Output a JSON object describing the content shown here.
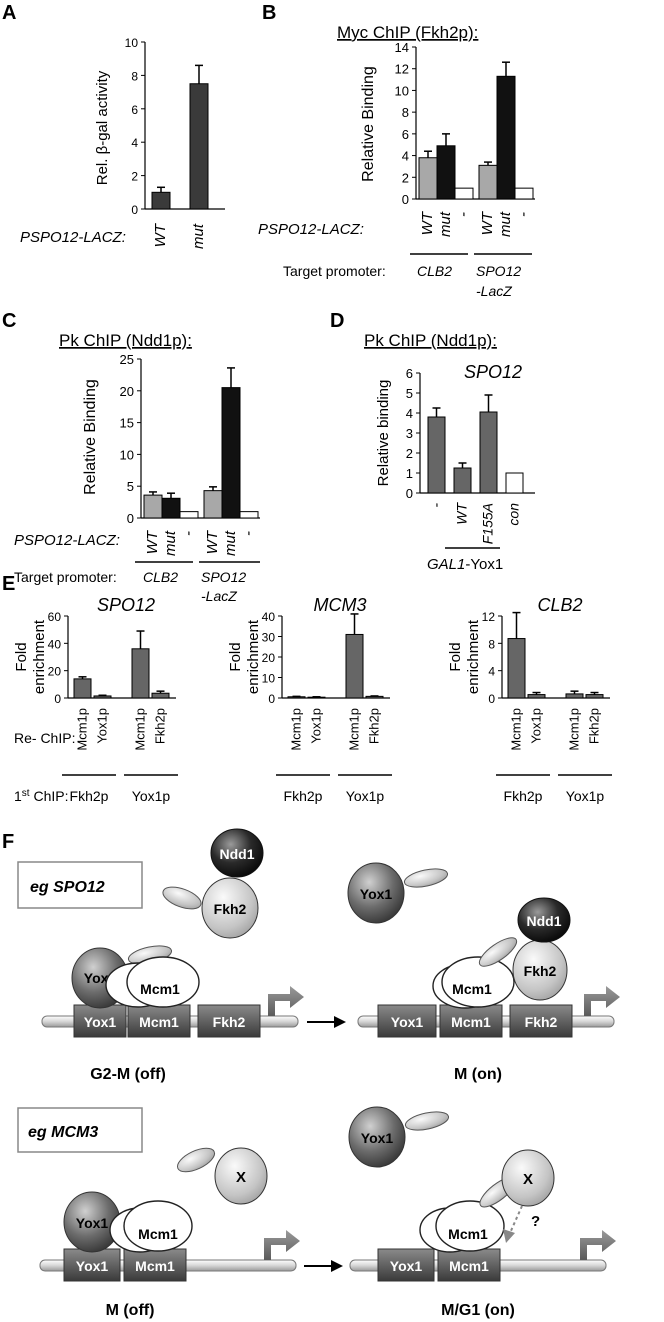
{
  "colors": {
    "dark": "#3a3a3a",
    "mid": "#666666",
    "grey": "#a8a8a8",
    "black": "#111111",
    "white": "#ffffff"
  },
  "chart_data": [
    {
      "panel": "A",
      "type": "bar",
      "title": "",
      "ylabel": "Rel. β-gal activity",
      "ylim": [
        0,
        10
      ],
      "yticks": [
        0,
        2,
        4,
        6,
        8,
        10
      ],
      "categories": [
        "WT",
        "mut"
      ],
      "values": [
        1.0,
        7.5
      ],
      "errors": [
        0.3,
        1.1
      ],
      "row_label": "PSPO12-LACZ:"
    },
    {
      "panel": "B",
      "type": "bar",
      "title": "Myc ChIP (Fkh2p):",
      "ylabel": "Relative Binding",
      "ylim": [
        0,
        14
      ],
      "yticks": [
        0,
        2,
        4,
        6,
        8,
        10,
        12,
        14
      ],
      "categories": [
        "WT",
        "mut",
        "-",
        "WT",
        "mut",
        "-"
      ],
      "values": [
        3.8,
        4.9,
        1.0,
        3.1,
        11.3,
        1.0
      ],
      "errors": [
        0.6,
        1.1,
        0,
        0.3,
        1.3,
        0
      ],
      "row_label": "PSPO12-LACZ:",
      "target_label": "Target promoter:",
      "groups": [
        {
          "name": "CLB2"
        },
        {
          "name": "SPO12",
          "name2": "-LacZ"
        }
      ]
    },
    {
      "panel": "C",
      "type": "bar",
      "title": "Pk ChIP (Ndd1p):",
      "ylabel": "Relative Binding",
      "ylim": [
        0,
        25
      ],
      "yticks": [
        0,
        5,
        10,
        15,
        20,
        25
      ],
      "categories": [
        "WT",
        "mut",
        "-",
        "WT",
        "mut",
        "-"
      ],
      "values": [
        3.6,
        3.1,
        1.0,
        4.3,
        20.5,
        1.0
      ],
      "errors": [
        0.5,
        0.8,
        0,
        0.6,
        3.1,
        0
      ],
      "row_label": "PSPO12-LACZ:",
      "target_label": "Target promoter:",
      "groups": [
        {
          "name": "CLB2"
        },
        {
          "name": "SPO12",
          "name2": "-LacZ"
        }
      ]
    },
    {
      "panel": "D",
      "type": "bar",
      "title": "Pk ChIP (Ndd1p):",
      "subtitle": "SPO12",
      "ylabel": "Relative binding",
      "ylim": [
        0,
        6
      ],
      "yticks": [
        0,
        1,
        2,
        3,
        4,
        5,
        6
      ],
      "categories": [
        "-",
        "WT",
        "F155A",
        "con"
      ],
      "values": [
        3.8,
        1.25,
        4.05,
        1.0
      ],
      "errors": [
        0.45,
        0.25,
        0.85,
        0
      ],
      "group_label": "GAL1",
      "group_label2": "-Yox1"
    },
    {
      "panel": "E",
      "type": "bar",
      "title": "SPO12",
      "ylabel": "Fold",
      "ylabel2": "enrichment",
      "ylim": [
        0,
        60
      ],
      "yticks": [
        0,
        20,
        40,
        60
      ],
      "categories": [
        "Mcm1p",
        "Yox1p",
        "Mcm1p",
        "Fkh2p"
      ],
      "values": [
        14,
        1.5,
        36,
        3.5
      ],
      "errors": [
        1.5,
        0.5,
        13,
        1.5
      ],
      "rechip_label": "Re- ChIP:",
      "first_label": "1",
      "first_label2": "st ChIP:",
      "groups": [
        "Fkh2p",
        "Yox1p"
      ]
    },
    {
      "panel": "E",
      "type": "bar",
      "title": "MCM3",
      "ylabel": "Fold",
      "ylabel2": "enrichment",
      "ylim": [
        0,
        40
      ],
      "yticks": [
        0,
        10,
        20,
        30,
        40
      ],
      "categories": [
        "Mcm1p",
        "Yox1p",
        "Mcm1p",
        "Fkh2p"
      ],
      "values": [
        0.6,
        0.4,
        31,
        0.8
      ],
      "errors": [
        0.2,
        0.2,
        10,
        0.2
      ],
      "groups": [
        "Fkh2p",
        "Yox1p"
      ]
    },
    {
      "panel": "E",
      "type": "bar",
      "title": "CLB2",
      "ylabel": "Fold",
      "ylabel2": "enrichment",
      "ylim": [
        0,
        12
      ],
      "yticks": [
        0,
        4,
        8,
        12
      ],
      "categories": [
        "Mcm1p",
        "Yox1p",
        "Mcm1p",
        "Fkh2p"
      ],
      "values": [
        8.7,
        0.5,
        0.6,
        0.5
      ],
      "errors": [
        3.8,
        0.3,
        0.4,
        0.3
      ],
      "groups": [
        "Fkh2p",
        "Yox1p"
      ]
    }
  ],
  "diagram": {
    "eg1": "eg SPO12",
    "eg2": "eg MCM3",
    "s1": "G2-M (off)",
    "s2": "M (on)",
    "s3": "M (off)",
    "s4": "M/G1 (on)",
    "yox1": "Yox1",
    "mcm1": "Mcm1",
    "fkh2": "Fkh2",
    "ndd1": "Ndd1",
    "x": "X",
    "q": "?"
  },
  "panel_labels": {
    "a": "A",
    "b": "B",
    "c": "C",
    "d": "D",
    "e": "E",
    "f": "F"
  }
}
